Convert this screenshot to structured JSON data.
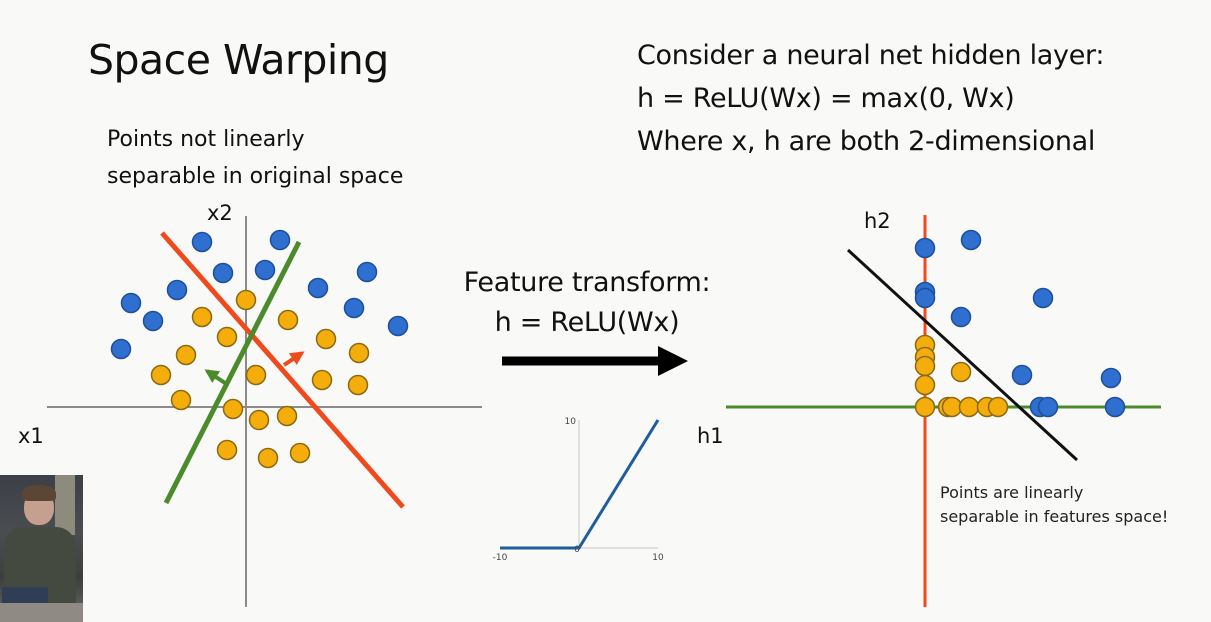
{
  "slide": {
    "title": "Space Warping",
    "subtitle_lines": [
      "Points not linearly",
      "separable in original space"
    ],
    "right_lines": [
      "Consider a neural net hidden layer:",
      "h = ReLU(Wx) = max(0, Wx)",
      "Where x, h are both 2-dimensional"
    ],
    "transform_lines": [
      "Feature transform:",
      "h = ReLU(Wx)"
    ],
    "note_lines": [
      "Points are linearly",
      "separable in features space!"
    ]
  },
  "colors": {
    "blue": "#2e6fd0",
    "orange": "#f5ad0c",
    "red": "#f04a1c",
    "green": "#4b8b2b",
    "axis": "#8a8a8a",
    "black": "#111111",
    "relu": "#1f5e9e"
  },
  "left_plot": {
    "xlabel": "x1",
    "ylabel": "x2",
    "blue_points": [
      [
        -44,
        165
      ],
      [
        34,
        167
      ],
      [
        -23,
        134
      ],
      [
        19,
        137
      ],
      [
        -69,
        117
      ],
      [
        -115,
        104
      ],
      [
        -93,
        86
      ],
      [
        72,
        119
      ],
      [
        121,
        135
      ],
      [
        108,
        99
      ],
      [
        152,
        81
      ],
      [
        -125,
        58
      ]
    ],
    "orange_points": [
      [
        0,
        107
      ],
      [
        -44,
        90
      ],
      [
        42,
        87
      ],
      [
        -19,
        70
      ],
      [
        -60,
        52
      ],
      [
        80,
        68
      ],
      [
        113,
        54
      ],
      [
        -85,
        32
      ],
      [
        10,
        32
      ],
      [
        76,
        27
      ],
      [
        112,
        22
      ],
      [
        -65,
        7
      ],
      [
        -13,
        -2
      ],
      [
        13,
        -13
      ],
      [
        41,
        -9
      ],
      [
        -19,
        -43
      ],
      [
        22,
        -51
      ],
      [
        54,
        -46
      ]
    ],
    "red_line": [
      [
        -84,
        174
      ],
      [
        157,
        -100
      ]
    ],
    "green_line": [
      [
        -80,
        -96
      ],
      [
        53,
        165
      ]
    ],
    "red_arrow": [
      [
        38,
        42
      ],
      [
        56,
        54
      ]
    ],
    "green_arrow": [
      [
        -21,
        24
      ],
      [
        -39,
        36
      ]
    ]
  },
  "relu_plot": {
    "x_ticks": [
      "-10",
      "0",
      "10"
    ],
    "y_ticks": [
      "10"
    ],
    "xlim": [
      -10,
      10
    ],
    "ylim": [
      0,
      10
    ],
    "points": [
      [
        -10,
        0
      ],
      [
        0,
        0
      ],
      [
        10,
        10
      ]
    ]
  },
  "right_plot": {
    "xlabel": "h1",
    "ylabel": "h2",
    "blue_points": [
      [
        0,
        159
      ],
      [
        46,
        167
      ],
      [
        0,
        115
      ],
      [
        0,
        109
      ],
      [
        36,
        90
      ],
      [
        118,
        109
      ],
      [
        97,
        32
      ],
      [
        186,
        29
      ],
      [
        115,
        0
      ],
      [
        123,
        0
      ],
      [
        190,
        0
      ]
    ],
    "orange_points": [
      [
        0,
        62
      ],
      [
        0,
        50
      ],
      [
        0,
        41
      ],
      [
        0,
        22
      ],
      [
        0,
        0
      ],
      [
        36,
        35
      ],
      [
        23,
        0
      ],
      [
        27,
        0
      ],
      [
        44,
        0
      ],
      [
        62,
        0
      ],
      [
        73,
        0
      ]
    ],
    "separator": [
      [
        -77,
        157
      ],
      [
        152,
        -53
      ]
    ]
  }
}
